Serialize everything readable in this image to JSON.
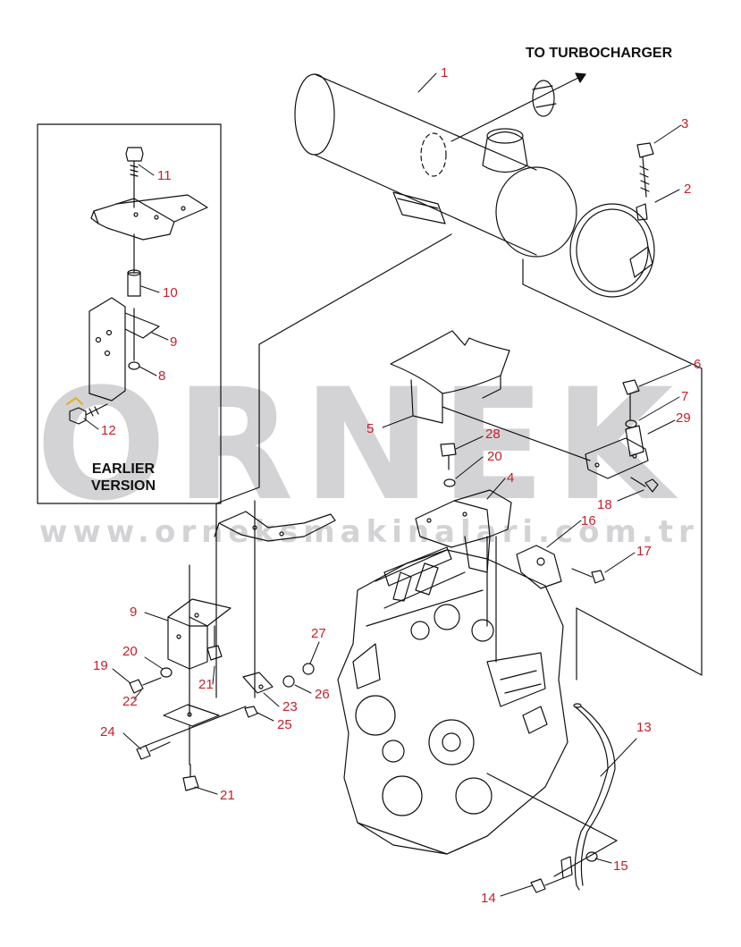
{
  "watermark": {
    "brand": "ORNEK",
    "url": "www.orneksmakinalari.com.tr"
  },
  "labels": {
    "turbo": "TO TURBOCHARGER",
    "earlier_line1": "EARLIER",
    "earlier_line2": "VERSION"
  },
  "callouts": {
    "c1": "1",
    "c2": "2",
    "c3": "3",
    "c4": "4",
    "c5": "5",
    "c6": "6",
    "c7": "7",
    "c8": "8",
    "c9a": "9",
    "c9b": "9",
    "c10": "10",
    "c11": "11",
    "c12": "12",
    "c13": "13",
    "c14": "14",
    "c15": "15",
    "c16": "16",
    "c17": "17",
    "c18": "18",
    "c19": "19",
    "c20a": "20",
    "c20b": "20",
    "c21a": "21",
    "c21b": "21",
    "c22": "22",
    "c23": "23",
    "c24": "24",
    "c25": "25",
    "c26": "26",
    "c27": "27",
    "c28": "28",
    "c29": "29"
  },
  "colors": {
    "line": "#111111",
    "callout": "#c8202a",
    "watermark": "#d3d3d6"
  }
}
